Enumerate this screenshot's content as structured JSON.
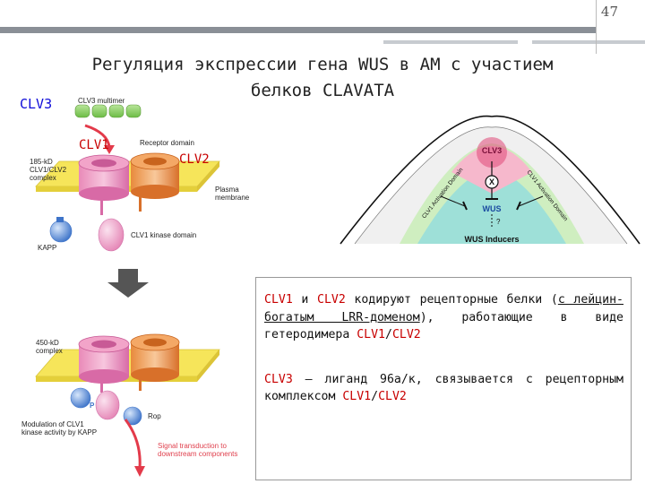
{
  "slide_number": "47",
  "title": {
    "line1": "Регуляция экспрессии гена WUS в АМ с участием",
    "line2": "белков CLAVATA"
  },
  "left_figure": {
    "clv3_label": "CLV3",
    "clv1_label": "CLV1",
    "clv2_label": "CLV2",
    "clv3_multimer": "CLV3 multimer",
    "receptor_domain": "Receptor domain",
    "complex_185_line1": "185-kD",
    "complex_185_line2": "CLV1/CLV2",
    "complex_185_line3": "complex",
    "plasma_membrane_line1": "Plasma",
    "plasma_membrane_line2": "membrane",
    "kapp": "KAPP",
    "kinase_domain": "CLV1 kinase domain",
    "complex_450_line1": "450-kD",
    "complex_450_line2": "complex",
    "p_label": "P",
    "rop": "Rop",
    "modulation_line1": "Modulation of CLV1",
    "modulation_line2": "kinase activity by KAPP",
    "signal_line1": "Signal transduction to",
    "signal_line2": "downstream components"
  },
  "right_figure": {
    "clv3": "CLV3",
    "x_symbol": "X",
    "wus": "WUS",
    "question": "?",
    "wus_inducers": "WUS Inducers",
    "left_arc": "CLV1 Activation Domain",
    "right_arc": "CLV1 Activation Domain",
    "colors": {
      "pink_zone": "#f6b8cc",
      "teal_zone": "#9ee0d8",
      "green_zone": "#cfeec0",
      "clv3_fill": "#e04878"
    }
  },
  "textbox": {
    "p1_clv1": "CLV1",
    "p1_and": " и ",
    "p1_clv2": "CLV2",
    "p1_rest": " кодируют рецепторные белки (",
    "p1_ul": "с лейцин-богатым LRR-доменом",
    "p1_rest2": "), работающие в виде гетеродимера ",
    "p1_clv1b": "CLV1",
    "p1_slash": "/",
    "p1_clv2b": "CLV2",
    "p2_clv3": "CLV3",
    "p2_rest": " – лиганд 96а/к, связывается с рецепторным комплексом ",
    "p2_clv1": "CLV1",
    "p2_slash": "/",
    "p2_clv2": "CLV2"
  }
}
